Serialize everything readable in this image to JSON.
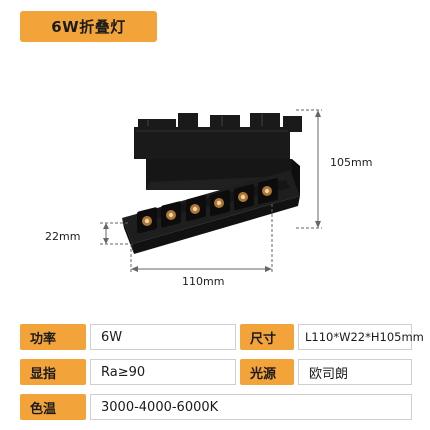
{
  "product": {
    "title": "6W折叠灯"
  },
  "dimensions": {
    "height_label": "105mm",
    "depth_label": "22mm",
    "width_label": "110mm"
  },
  "specs": [
    {
      "label1": "功率",
      "value1": "6W",
      "label2": "尺寸",
      "value2": "L110*W22*H105mm"
    },
    {
      "label1": "显指",
      "value1": "Ra≥90",
      "label2": "光源",
      "value2": "欧司朗"
    },
    {
      "label1": "色温",
      "value1": "3000-4000-6000K"
    }
  ],
  "colors": {
    "accent": "#f2a33a",
    "fixture_body": "#1c1c1c",
    "led_glow": "#c98a3e"
  },
  "icons": [
    "dimension-arrow-icon"
  ]
}
